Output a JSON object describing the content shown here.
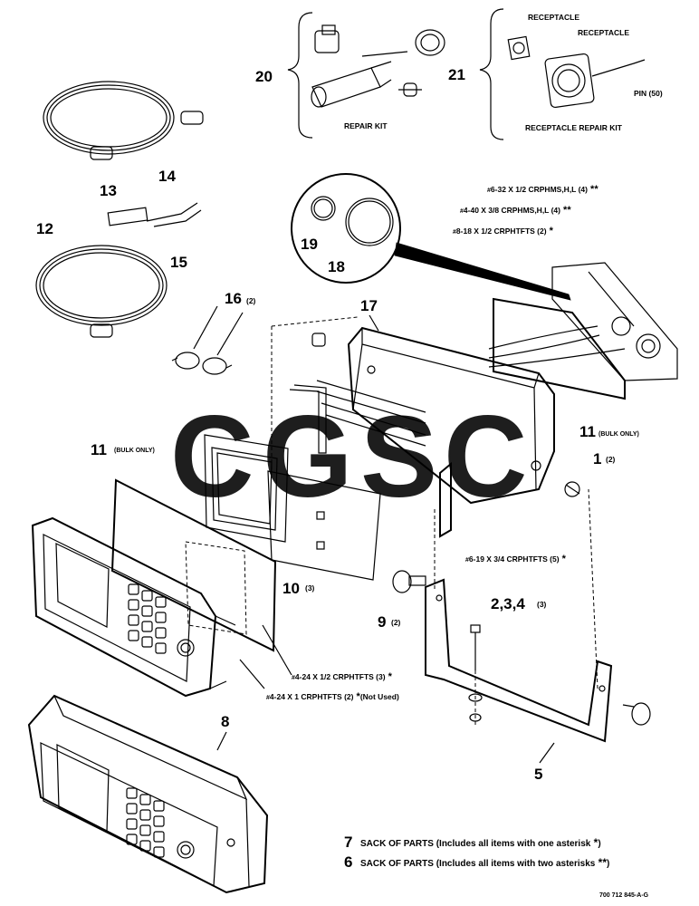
{
  "callouts": {
    "n20": "20",
    "repair_kit": "REPAIR KIT",
    "n21": "21",
    "receptacle_a": "RECEPTACLE",
    "receptacle_b": "RECEPTACLE",
    "pin": "PIN (50)",
    "receptacle_repair_kit": "RECEPTACLE REPAIR KIT",
    "n14": "14",
    "n13": "13",
    "n12": "12",
    "n15": "15",
    "n19": "19",
    "n18": "18",
    "s632": "6-32 X 1/2 CRPHMS,H,L (4)",
    "s440": "4-40 X 3/8 CRPHMS,H,L (4)",
    "s818": "8-18 X 1/2 CRPHTFTS (2)",
    "n16": "16",
    "n16q": "(2)",
    "n17": "17",
    "n11r": "11",
    "bulk_r": "(BULK ONLY)",
    "n11l": "11",
    "bulk_l": "(BULK ONLY)",
    "n1": "1",
    "n1q": "(2)",
    "s619": "6-19 X 3/4 CRPHTFTS (5)",
    "n10": "10",
    "n10q": "(3)",
    "n234": "2,3,4",
    "n234q": "(3)",
    "n9": "9",
    "n9q": "(2)",
    "s424a": "4-24 X 1/2 CRPHTFTS (3)",
    "s424b": "4-24 X 1 CRPHTFTS (2)",
    "not_used": "(Not Used)",
    "n8": "8",
    "n5": "5",
    "n7": "7",
    "sack7": "SACK OF PARTS (Includes all items with one asterisk",
    "n6": "6",
    "sack6": "SACK OF PARTS (Includes all items with two asterisks",
    "drawing_no": "700 712 845-A-G"
  },
  "watermark": {
    "letters": [
      "C",
      "G",
      "S",
      "C"
    ],
    "colors": [
      "#4a86e8",
      "#e06666",
      "#f1c232",
      "#6aa84f"
    ]
  }
}
